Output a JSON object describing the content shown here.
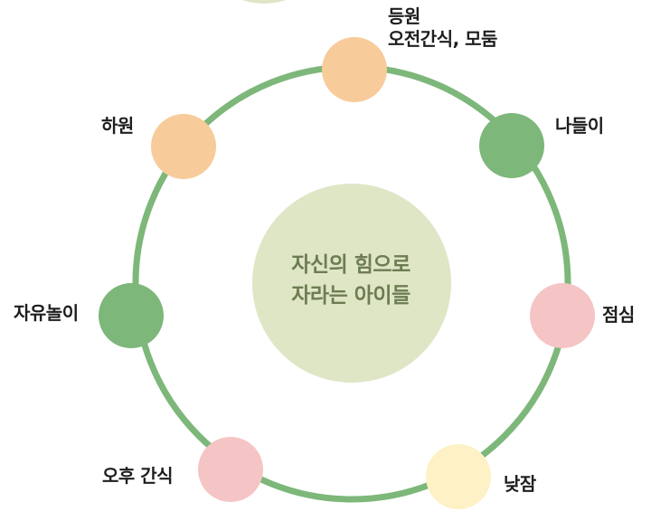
{
  "diagram": {
    "center": {
      "lines": [
        "자신의 힘으로",
        "자라는 아이들"
      ],
      "fill": "#dfe6c6",
      "text_color": "#6d7d52"
    },
    "ring_color": "#7db77a",
    "nodes": [
      {
        "id": "arrival",
        "label_lines": [
          "등원",
          "오전간식, 모둠"
        ],
        "color": "#f7cc9a"
      },
      {
        "id": "outing",
        "label_lines": [
          "나들이"
        ],
        "color": "#7db77a"
      },
      {
        "id": "lunch",
        "label_lines": [
          "점심"
        ],
        "color": "#f5c4c4"
      },
      {
        "id": "nap",
        "label_lines": [
          "낮잠"
        ],
        "color": "#fdf1c5"
      },
      {
        "id": "afternoon-snack",
        "label_lines": [
          "오후 간식"
        ],
        "color": "#f5c4c4"
      },
      {
        "id": "free-play",
        "label_lines": [
          "자유놀이"
        ],
        "color": "#7db77a"
      },
      {
        "id": "departure",
        "label_lines": [
          "하원"
        ],
        "color": "#f7cc9a"
      }
    ]
  }
}
